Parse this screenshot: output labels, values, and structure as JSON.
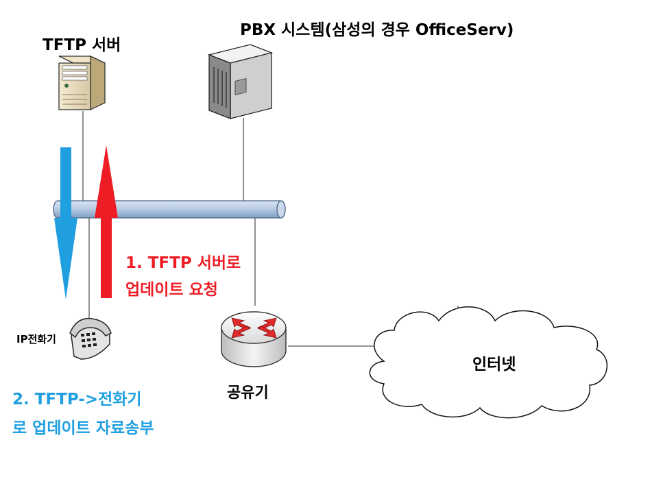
{
  "labels": {
    "tftp_server": "TFTP 서버",
    "pbx_system": "PBX 시스템(삼성의 경우 OfficeServ)",
    "step1_line1": "1. TFTP 서버로",
    "step1_line2": "업데이트 요청",
    "ip_phone": "IP전화기",
    "step2_line1": "2. TFTP->전화기",
    "step2_line2": "로 업데이트 자료송부",
    "router": "공유기",
    "internet": "인터넷"
  },
  "colors": {
    "request_arrow": "#ee1c25",
    "response_arrow": "#1f9fe0",
    "bus": "#b8cde4"
  },
  "icons": [
    "server-tower-icon",
    "pbx-cabinet-icon",
    "telephone-icon",
    "router-icon",
    "cloud-icon"
  ]
}
